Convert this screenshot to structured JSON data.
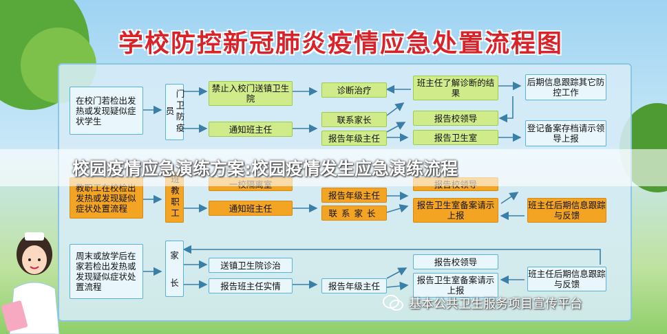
{
  "title": "学校防控新冠肺炎疫情应急处置流程图",
  "overlay_caption": "校园疫情应急演练方案:校园疫情发生应急演练流程",
  "watermark": "基本公共卫生服务项目宣传平台",
  "section1": {
    "source": "在校门若检出发热或发现疑似症状学生",
    "actor": "门卫防疫员",
    "step1": "禁止入校门送镇卫生院",
    "step2": "通知班主任",
    "diagnosis": "诊断治疗",
    "contact": "联系家长",
    "grade_head": "报告年级主任",
    "teacher_result": "班主任了解诊断的结果",
    "school_leader": "报告校领导",
    "health_room": "报告卫生室",
    "followup": "后期信息跟踪其它防控工作",
    "register": "登记备案存档请示领导上报"
  },
  "section2": {
    "source": "教职工在校检出发热或发现疑似症状处置流程",
    "actor": "班教职工",
    "isolation": "一校隔离室",
    "notify": "通知班主任",
    "grade_head": "报告年级主任",
    "contact": "联系家长",
    "school_leader": "报告校领导",
    "health_room": "报告卫生室备案请示上报",
    "followup": "班主任后期信息跟踪与反馈"
  },
  "section3": {
    "source": "周末或放学后在家若检出发热或发现疑似症状处置流程",
    "actor_1": "家",
    "actor_2": "长",
    "clinic": "送镇卫生院诊治",
    "report_teacher": "报告班主任实情",
    "grade_head": "报告年级主任",
    "school_leader": "报告校领导",
    "health_room": "报告卫生室备案请示上报",
    "followup": "班主任后期信息跟踪与反馈"
  },
  "colors": {
    "title": "#d8232a",
    "green_box": "#cfeb8a",
    "orange_box": "#f2a422",
    "blue_box": "#e9f6fc",
    "arrow": "#3a7fa8"
  }
}
